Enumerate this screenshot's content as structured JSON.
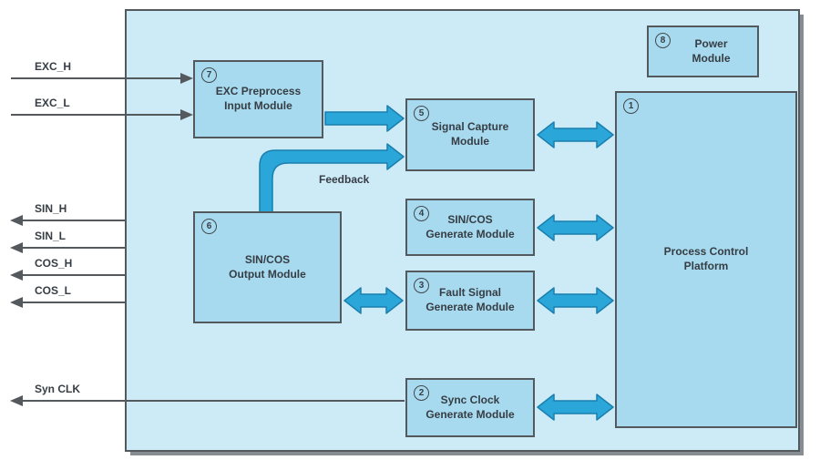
{
  "diagram": {
    "modules": {
      "process_control": {
        "num": "1",
        "lines": [
          "Process Control",
          "Platform"
        ]
      },
      "sync_clock": {
        "num": "2",
        "lines": [
          "Sync Clock",
          "Generate Module"
        ]
      },
      "fault_signal": {
        "num": "3",
        "lines": [
          "Fault Signal",
          "Generate Module"
        ]
      },
      "sincos_generate": {
        "num": "4",
        "lines": [
          "SIN/COS",
          "Generate Module"
        ]
      },
      "signal_capture": {
        "num": "5",
        "lines": [
          "Signal Capture",
          "Module"
        ]
      },
      "sincos_output": {
        "num": "6",
        "lines": [
          "SIN/COS",
          "Output Module"
        ]
      },
      "exc_preprocess": {
        "num": "7",
        "lines": [
          "EXC Preprocess",
          "Input Module"
        ]
      },
      "power": {
        "num": "8",
        "lines": [
          "Power",
          "Module"
        ]
      }
    },
    "signals": {
      "exc_h": "EXC_H",
      "exc_l": "EXC_L",
      "sin_h": "SIN_H",
      "sin_l": "SIN_L",
      "cos_h": "COS_H",
      "cos_l": "COS_L",
      "syn_clk": "Syn CLK"
    },
    "labels": {
      "feedback": "Feedback"
    },
    "colors": {
      "canvas_fill": "#cdeaf7",
      "module_fill": "#a7daee",
      "arrow_fill": "#2ba6d9",
      "border": "#54595e",
      "text": "#363d44"
    }
  }
}
